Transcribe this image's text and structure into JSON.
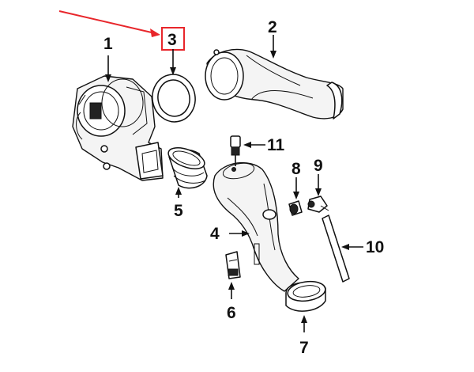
{
  "diagram": {
    "callouts": [
      {
        "id": "1",
        "label": "1"
      },
      {
        "id": "2",
        "label": "2"
      },
      {
        "id": "3",
        "label": "3"
      },
      {
        "id": "4",
        "label": "4"
      },
      {
        "id": "5",
        "label": "5"
      },
      {
        "id": "6",
        "label": "6"
      },
      {
        "id": "7",
        "label": "7"
      },
      {
        "id": "8",
        "label": "8"
      },
      {
        "id": "9",
        "label": "9"
      },
      {
        "id": "10",
        "label": "10"
      },
      {
        "id": "11",
        "label": "11"
      }
    ],
    "highlight": {
      "callout": "3",
      "color": "#e8262b"
    },
    "colors": {
      "line": "#111111",
      "background": "#ffffff",
      "accent": "#e8262b"
    }
  }
}
